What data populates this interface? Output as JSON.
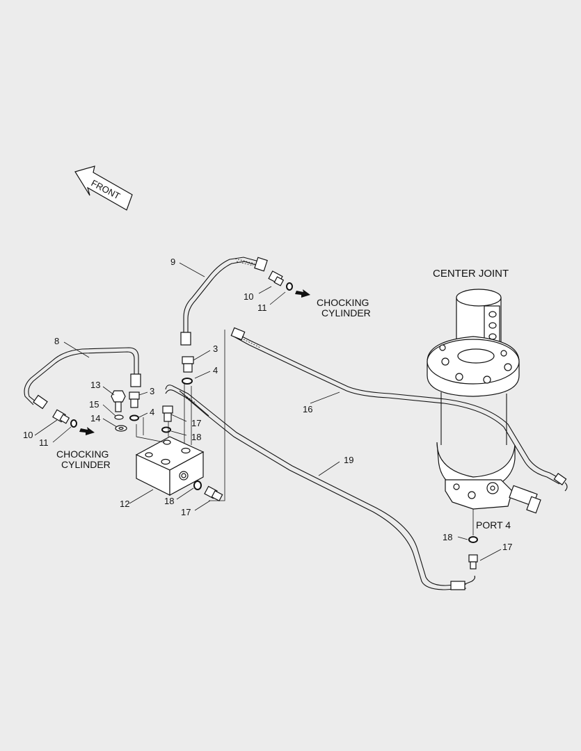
{
  "diagram": {
    "front_arrow_label": "FRONT",
    "center_joint_label": "CENTER JOINT",
    "port_label": "PORT 4",
    "chocking_upper": [
      "CHOCKING",
      "CYLINDER"
    ],
    "chocking_lower": [
      "CHOCKING",
      "CYLINDER"
    ],
    "callouts": [
      {
        "id": "c9",
        "text": "9"
      },
      {
        "id": "c10a",
        "text": "10"
      },
      {
        "id": "c11a",
        "text": "11"
      },
      {
        "id": "c3a",
        "text": "3"
      },
      {
        "id": "c4a",
        "text": "4"
      },
      {
        "id": "c8",
        "text": "8"
      },
      {
        "id": "c13",
        "text": "13"
      },
      {
        "id": "c3b",
        "text": "3"
      },
      {
        "id": "c15",
        "text": "15"
      },
      {
        "id": "c4b",
        "text": "4"
      },
      {
        "id": "c14",
        "text": "14"
      },
      {
        "id": "c17a",
        "text": "17"
      },
      {
        "id": "c18a",
        "text": "18"
      },
      {
        "id": "c10b",
        "text": "10"
      },
      {
        "id": "c11b",
        "text": "11"
      },
      {
        "id": "c12",
        "text": "12"
      },
      {
        "id": "c18b",
        "text": "18"
      },
      {
        "id": "c17b",
        "text": "17"
      },
      {
        "id": "c16",
        "text": "16"
      },
      {
        "id": "c19",
        "text": "19"
      },
      {
        "id": "c18c",
        "text": "18"
      },
      {
        "id": "c17c",
        "text": "17"
      }
    ]
  }
}
